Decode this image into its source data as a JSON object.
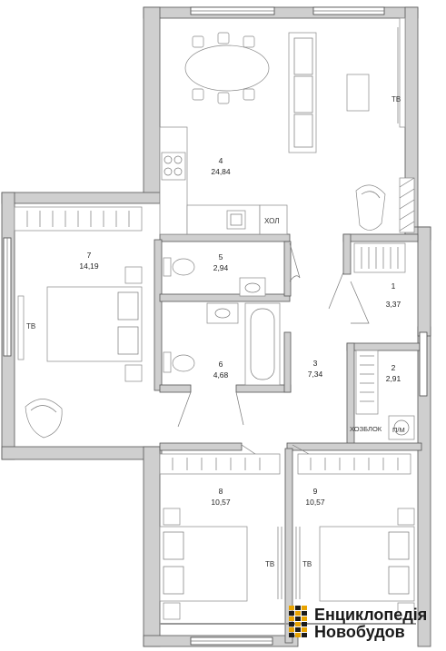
{
  "rooms": [
    {
      "id": "r1",
      "number": "1",
      "area": "3,37"
    },
    {
      "id": "r2",
      "number": "2",
      "area": "2,91"
    },
    {
      "id": "r3",
      "number": "3",
      "area": "7,34"
    },
    {
      "id": "r4",
      "number": "4",
      "area": "24,84"
    },
    {
      "id": "r5",
      "number": "5",
      "area": "2,94"
    },
    {
      "id": "r6",
      "number": "6",
      "area": "4,68"
    },
    {
      "id": "r7",
      "number": "7",
      "area": "14,19"
    },
    {
      "id": "r8",
      "number": "8",
      "area": "10,57"
    },
    {
      "id": "r9",
      "number": "9",
      "area": "10,57"
    }
  ],
  "labels": {
    "tv": "ТВ",
    "fridge": "ХОЛ",
    "storage": "ХОЗБЛОК",
    "washer": "П/М"
  },
  "logo": {
    "line1": "Енциклопедія",
    "line2": "Новобудов"
  },
  "colors": {
    "wall": "#cfcfcf",
    "accent": "#e8a300",
    "logo_dark": "#1c1c1c"
  }
}
